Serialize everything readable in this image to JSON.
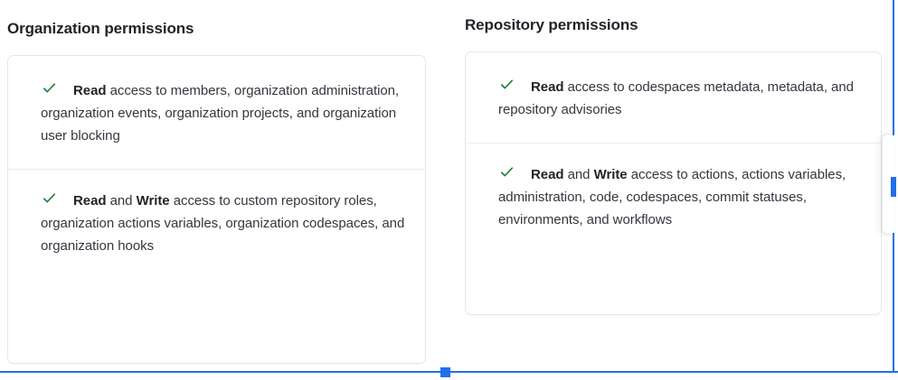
{
  "theme": {
    "page_background": "#ffffff",
    "title_color": "#1f2328",
    "body_text_color": "#32383f",
    "card_border_color": "#e4e7eb",
    "divider_color": "#e9ebef",
    "check_color": "#1a7f37",
    "selection_accent": "#1f6feb"
  },
  "columns": [
    {
      "id": "organization-permissions",
      "title": "Organization permissions",
      "permissions": [
        {
          "icon": "check-icon",
          "levels": [
            "Read"
          ],
          "text_segments": [
            {
              "text": "Read",
              "bold": true
            },
            {
              "text": " access to members, organization administration, organization events, organization projects, and organization user blocking",
              "bold": false
            }
          ],
          "plain_text": "Read access to members, organization administration, organization events, organization projects, and organization user blocking"
        },
        {
          "icon": "check-icon",
          "levels": [
            "Read",
            "Write"
          ],
          "text_segments": [
            {
              "text": "Read",
              "bold": true
            },
            {
              "text": " and ",
              "bold": false
            },
            {
              "text": "Write",
              "bold": true
            },
            {
              "text": " access to custom repository roles, organization actions variables, organization codespaces, and organization hooks",
              "bold": false
            }
          ],
          "plain_text": "Read and Write access to custom repository roles, organization actions variables, organization codespaces, and organization hooks"
        }
      ]
    },
    {
      "id": "repository-permissions",
      "title": "Repository permissions",
      "permissions": [
        {
          "icon": "check-icon",
          "levels": [
            "Read"
          ],
          "text_segments": [
            {
              "text": "Read",
              "bold": true
            },
            {
              "text": " access to codespaces metadata, metadata, and repository advisories",
              "bold": false
            }
          ],
          "plain_text": "Read access to codespaces metadata, metadata, and repository advisories"
        },
        {
          "icon": "check-icon",
          "levels": [
            "Read",
            "Write"
          ],
          "text_segments": [
            {
              "text": "Read",
              "bold": true
            },
            {
              "text": " and ",
              "bold": false
            },
            {
              "text": "Write",
              "bold": true
            },
            {
              "text": " access to actions, actions variables, administration, code, codespaces, commit statuses, environments, and workflows",
              "bold": false
            }
          ],
          "plain_text": "Read and Write access to actions, actions variables, administration, code, codespaces, commit statuses, environments, and workflows"
        }
      ]
    }
  ],
  "selection_chrome": {
    "bottom_edge": "selection-edge-bottom",
    "right_edge": "selection-edge-right",
    "bottom_handle": "selection-handle-bottom",
    "right_handle": "selection-handle-right"
  }
}
